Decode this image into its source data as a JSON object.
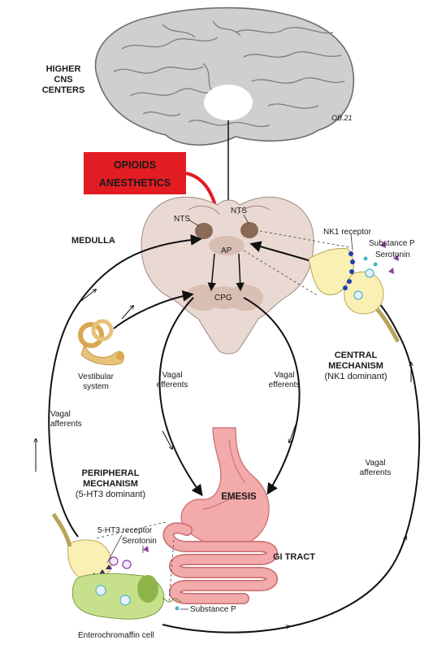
{
  "labels": {
    "higher_cns_1": "HIGHER",
    "higher_cns_2": "CNS",
    "higher_cns_3": "CENTERS",
    "opioids": "OPIOIDS",
    "anesthetics": "ANESTHETICS",
    "medulla": "MEDULLA",
    "nts_left": "NTS",
    "nts_right": "NTS",
    "ap": "AP",
    "cpg": "CPG",
    "vestibular_1": "Vestibular",
    "vestibular_2": "system",
    "vagal_efferents_left_1": "Vagal",
    "vagal_efferents_left_2": "efferents",
    "vagal_efferents_right_1": "Vagal",
    "vagal_efferents_right_2": "efferents",
    "vagal_afferents_left_1": "Vagal",
    "vagal_afferents_left_2": "afferents",
    "vagal_afferents_right_1": "Vagal",
    "vagal_afferents_right_2": "afferents",
    "nk1_receptor": "NK1 receptor",
    "substance_p_top": "Substance P",
    "serotonin_top": "Serotonin",
    "central_1": "CENTRAL",
    "central_2": "MECHANISM",
    "central_3": "(NK1 dominant)",
    "peripheral_1": "PERIPHERAL",
    "peripheral_2": "MECHANISM",
    "peripheral_3": "(5-HT3 dominant)",
    "emesis": "EMESIS",
    "gi_tract": "GI TRACT",
    "ht3_receptor": "5-HT3 receptor",
    "serotonin_bottom": "Serotonin",
    "substance_p_bottom": "Substance P",
    "enterochromaffin": "Enterochromaffin cell",
    "signature": "OB.21"
  },
  "colors": {
    "brain_fill": "#cfcfcf",
    "brain_stroke": "#6d6d6d",
    "medulla_fill": "#ead9d2",
    "nucleus_fill": "#8b6a55",
    "cpg_fill": "#d9bfb3",
    "red_box": "#e21c23",
    "stomach_fill": "#f2aaab",
    "neuron_fill": "#fbf0b4",
    "ec_cell_fill": "#c6e08c",
    "ec_nucleus": "#8fb54a",
    "vestibular_fill": "#e6c27a",
    "receptor_blue": "#1f3fb0",
    "serotonin_purple": "#8c3fa0",
    "substance_p_teal": "#49b6c4"
  },
  "icons": {
    "brain": "brain-illustration",
    "medulla": "medulla-cross-section",
    "stomach": "stomach-illustration",
    "intestine": "intestine-illustration",
    "vestibular": "inner-ear-illustration",
    "neuron_central": "vagal-afferent-terminal",
    "neuron_peripheral": "vagal-afferent-terminal",
    "ec_cell": "enterochromaffin-cell"
  }
}
